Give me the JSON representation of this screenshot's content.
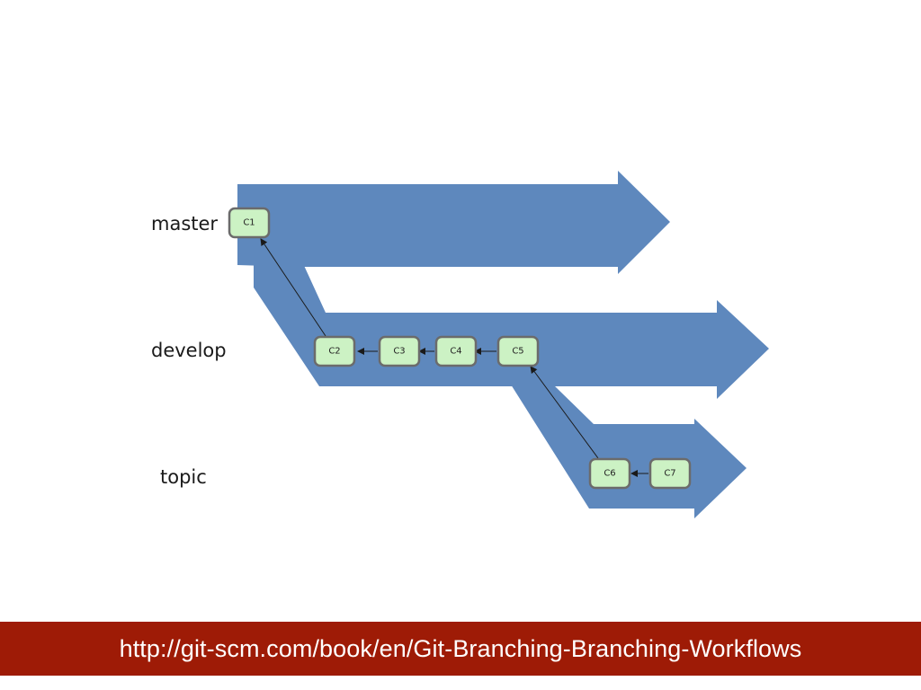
{
  "branches": {
    "master": "master",
    "develop": "develop",
    "topic": "topic"
  },
  "commits": {
    "c1": "C1",
    "c2": "C2",
    "c3": "C3",
    "c4": "C4",
    "c5": "C5",
    "c6": "C6",
    "c7": "C7"
  },
  "footer": {
    "url_text": "http://git-scm.com/book/en/Git-Branching-Branching-Workflows"
  },
  "colors": {
    "branch_arrow": "#5e88bd",
    "commit_fill": "#ccf2c4",
    "commit_stroke": "#6b6b6b",
    "footer_bar": "#9e1b06",
    "footer_text": "#ffffff"
  }
}
